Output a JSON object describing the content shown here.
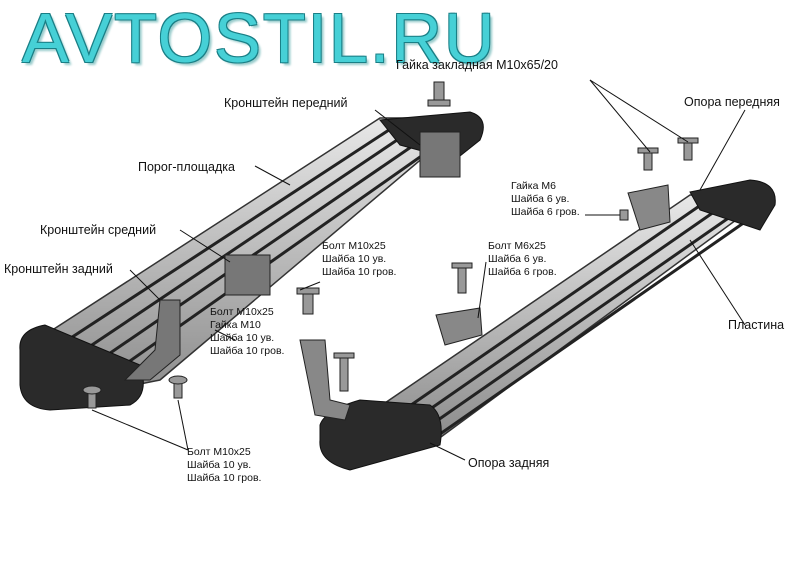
{
  "header": {
    "logo_text": "AVTOSTIL.RU"
  },
  "labels": {
    "front_bracket": "Кронштейн передний",
    "step_board": "Порог-площадка",
    "middle_bracket": "Кронштейн средний",
    "rear_bracket": "Кронштейн задний",
    "embedded_nut": "Гайка закладная М10х65/20",
    "front_support": "Опора передняя",
    "plate": "Пластина",
    "rear_support": "Опора задняя"
  },
  "fastener_groups": {
    "nut_m6": [
      "Гайка М6",
      "Шайба 6 ув.",
      "Шайба 6 гров."
    ],
    "bolt_m10_middle": [
      "Болт М10х25",
      "Шайба 10 ув.",
      "Шайба 10 гров."
    ],
    "bolt_m6": [
      "Болт М6х25",
      "Шайба 6 ув.",
      "Шайба 6 гров."
    ],
    "bolt_m10_nut": [
      "Болт М10х25",
      "Гайка М10",
      "Шайба 10 ув.",
      "Шайба 10 гров."
    ],
    "bolt_m10_bottom": [
      "Болт М10х25",
      "Шайба 10 ув.",
      "Шайба 10 гров."
    ]
  }
}
